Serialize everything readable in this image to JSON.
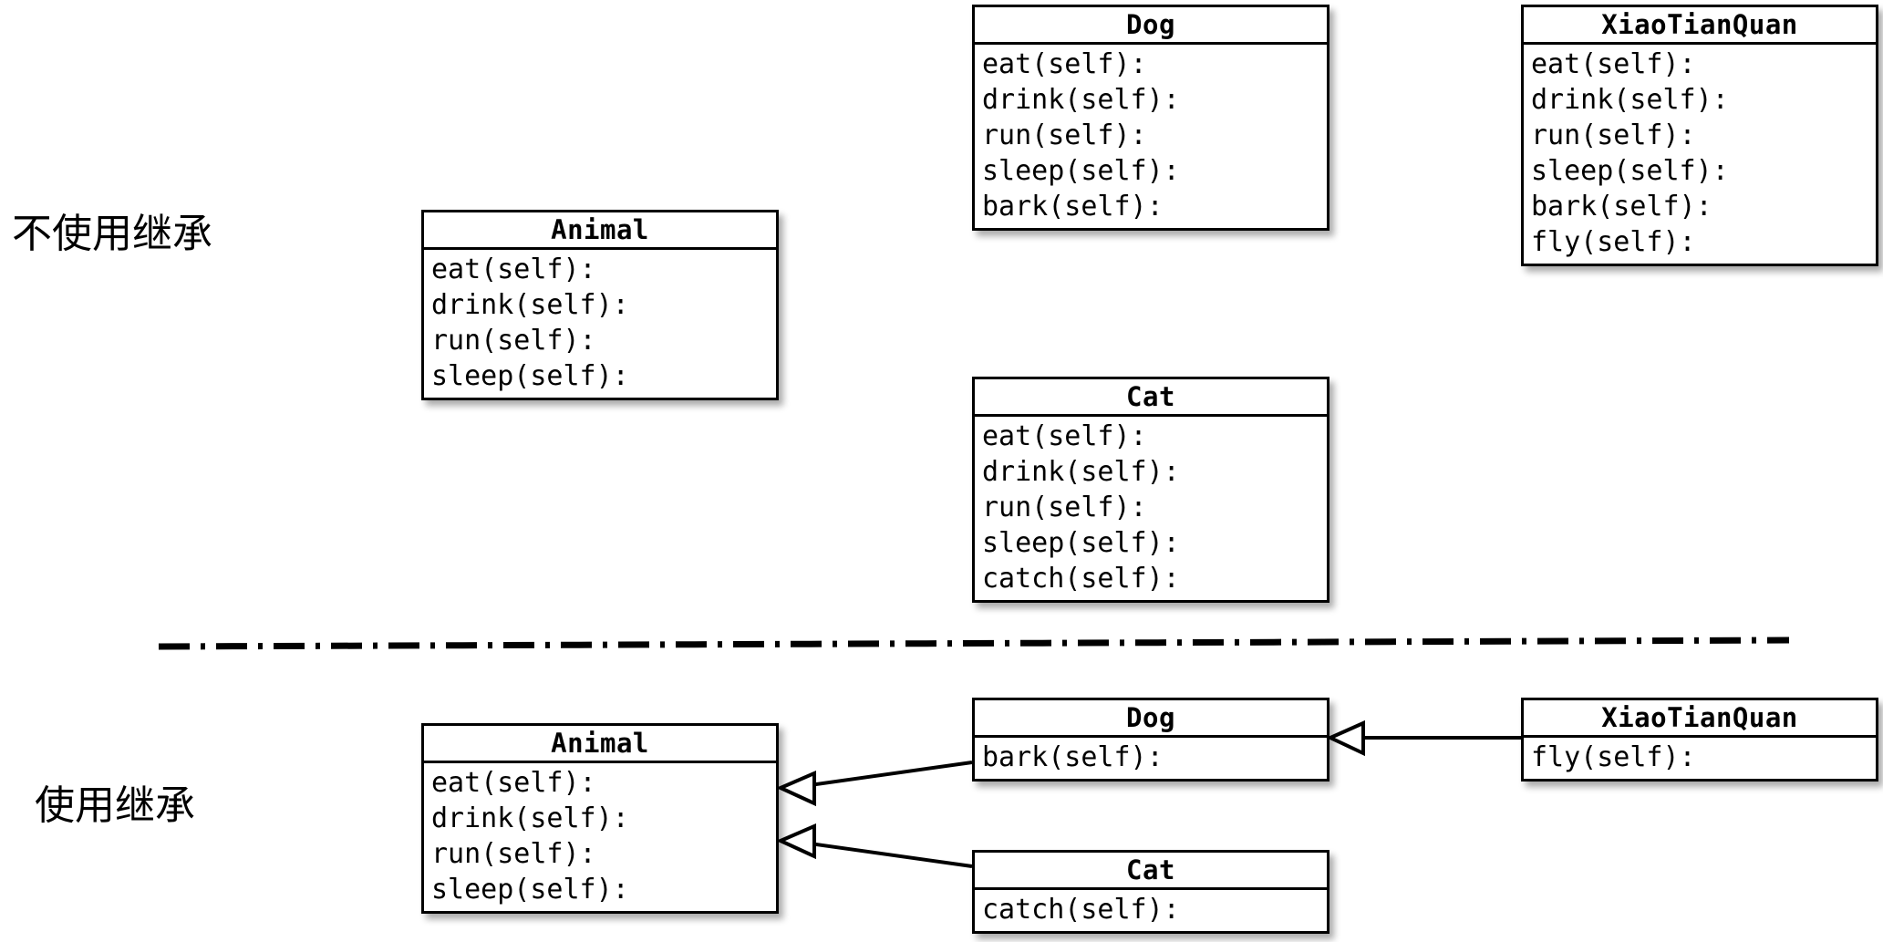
{
  "diagram": {
    "title_visible": false,
    "background_color": "#ffffff",
    "line_color": "#000000"
  },
  "sections": {
    "without_inheritance": {
      "label": "不使用继承"
    },
    "with_inheritance": {
      "label": "使用继承"
    }
  },
  "boxes": {
    "top_animal": {
      "title": "Animal",
      "members": [
        "eat(self):",
        "drink(self):",
        "run(self):",
        "sleep(self):"
      ]
    },
    "top_dog": {
      "title": "Dog",
      "members": [
        "eat(self):",
        "drink(self):",
        "run(self):",
        "sleep(self):",
        "bark(self):"
      ]
    },
    "top_xiaotianquan": {
      "title": "XiaoTianQuan",
      "members": [
        "eat(self):",
        "drink(self):",
        "run(self):",
        "sleep(self):",
        "bark(self):",
        "fly(self):"
      ]
    },
    "top_cat": {
      "title": "Cat",
      "members": [
        "eat(self):",
        "drink(self):",
        "run(self):",
        "sleep(self):",
        "catch(self):"
      ]
    },
    "bottom_animal": {
      "title": "Animal",
      "members": [
        "eat(self):",
        "drink(self):",
        "run(self):",
        "sleep(self):"
      ]
    },
    "bottom_dog": {
      "title": "Dog",
      "members": [
        "bark(self):"
      ]
    },
    "bottom_xiaotianquan": {
      "title": "XiaoTianQuan",
      "members": [
        "fly(self):"
      ]
    },
    "bottom_cat": {
      "title": "Cat",
      "members": [
        "catch(self):"
      ]
    }
  },
  "relations": [
    {
      "name": "dog-inherits-animal",
      "from": "bottom_dog",
      "to": "bottom_animal",
      "type": "generalization"
    },
    {
      "name": "cat-inherits-animal",
      "from": "bottom_cat",
      "to": "bottom_animal",
      "type": "generalization"
    },
    {
      "name": "xiaotianquan-inherits-dog",
      "from": "bottom_xiaotianquan",
      "to": "bottom_dog",
      "type": "generalization"
    }
  ]
}
